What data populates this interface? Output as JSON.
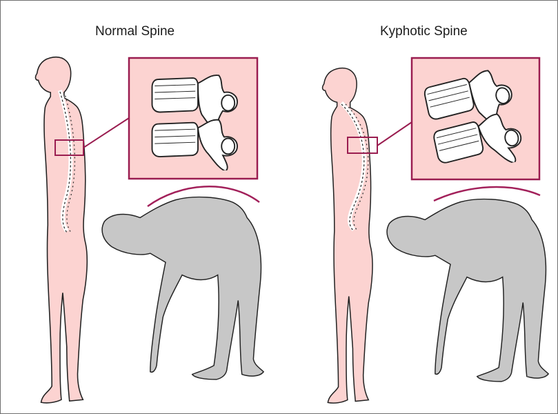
{
  "panels": [
    {
      "id": "normal",
      "title": "Normal Spine"
    },
    {
      "id": "kyphotic",
      "title": "Kyphotic Spine"
    }
  ],
  "colors": {
    "body_fill": "#fcd3d1",
    "body_outline": "#222222",
    "bent_figure_fill": "#c7c7c7",
    "callout_border": "#9a1d50",
    "curve_line": "#a2205a",
    "bone_fill": "#ffffff"
  },
  "icons": [
    "standing-figure-icon",
    "bent-figure-icon",
    "vertebrae-closeup-icon",
    "spine-column-icon"
  ]
}
